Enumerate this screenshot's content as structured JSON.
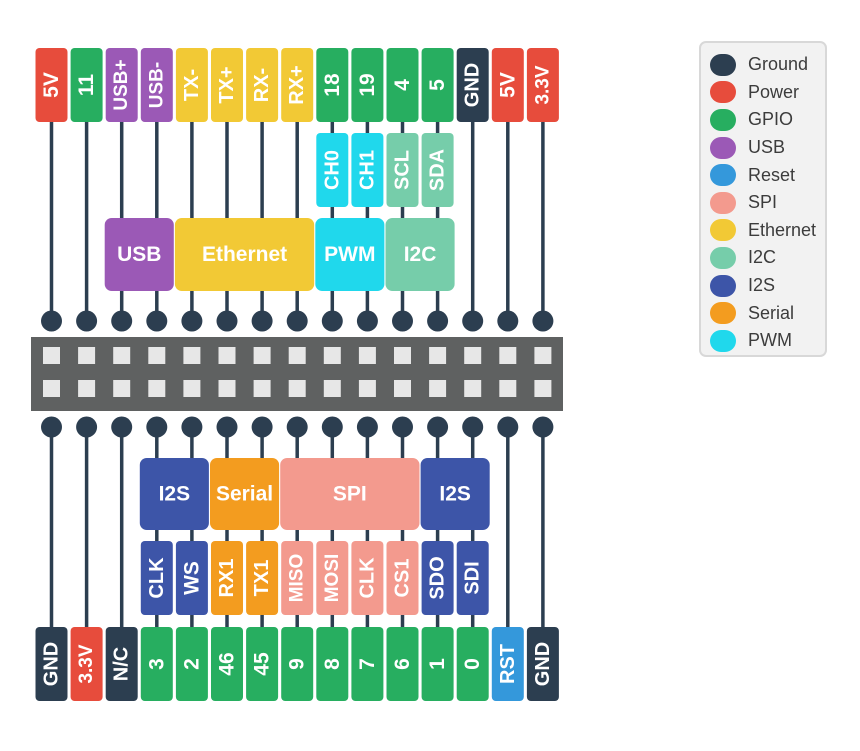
{
  "colors": {
    "Ground": "#2c3e50",
    "Power": "#e74c3c",
    "GPIO": "#27ae60",
    "USB": "#9b59b6",
    "Reset": "#3498db",
    "SPI": "#f39a8e",
    "Ethernet": "#f2c935",
    "I2C": "#76cdaa",
    "I2S": "#3d55a8",
    "Serial": "#f39c1f",
    "PWM": "#20d8ec",
    "header": "#5f6161",
    "pad": "#e7e7e7",
    "wire": "#2c3e50"
  },
  "legend": [
    {
      "label": "Ground",
      "color": "#2c3e50"
    },
    {
      "label": "Power",
      "color": "#e74c3c"
    },
    {
      "label": "GPIO",
      "color": "#27ae60"
    },
    {
      "label": "USB",
      "color": "#9b59b6"
    },
    {
      "label": "Reset",
      "color": "#3498db"
    },
    {
      "label": "SPI",
      "color": "#f39a8e"
    },
    {
      "label": "Ethernet",
      "color": "#f2c935"
    },
    {
      "label": "I2C",
      "color": "#76cdaa"
    },
    {
      "label": "I2S",
      "color": "#3d55a8"
    },
    {
      "label": "Serial",
      "color": "#f39c1f"
    },
    {
      "label": "PWM",
      "color": "#20d8ec"
    }
  ],
  "top_pins": [
    {
      "label": "5V",
      "type": "Power"
    },
    {
      "label": "11",
      "type": "GPIO"
    },
    {
      "label": "USB+",
      "type": "USB"
    },
    {
      "label": "USB-",
      "type": "USB"
    },
    {
      "label": "TX-",
      "type": "Ethernet"
    },
    {
      "label": "TX+",
      "type": "Ethernet"
    },
    {
      "label": "RX-",
      "type": "Ethernet"
    },
    {
      "label": "RX+",
      "type": "Ethernet"
    },
    {
      "label": "18",
      "type": "GPIO"
    },
    {
      "label": "19",
      "type": "GPIO"
    },
    {
      "label": "4",
      "type": "GPIO"
    },
    {
      "label": "5",
      "type": "GPIO"
    },
    {
      "label": "GND",
      "type": "Ground"
    },
    {
      "label": "5V",
      "type": "Power"
    },
    {
      "label": "3.3V",
      "type": "Power"
    }
  ],
  "bottom_pins": [
    {
      "label": "GND",
      "type": "Ground"
    },
    {
      "label": "3.3V",
      "type": "Power"
    },
    {
      "label": "N/C",
      "type": "Ground"
    },
    {
      "label": "3",
      "type": "GPIO"
    },
    {
      "label": "2",
      "type": "GPIO"
    },
    {
      "label": "46",
      "type": "GPIO"
    },
    {
      "label": "45",
      "type": "GPIO"
    },
    {
      "label": "9",
      "type": "GPIO"
    },
    {
      "label": "8",
      "type": "GPIO"
    },
    {
      "label": "7",
      "type": "GPIO"
    },
    {
      "label": "6",
      "type": "GPIO"
    },
    {
      "label": "1",
      "type": "GPIO"
    },
    {
      "label": "0",
      "type": "GPIO"
    },
    {
      "label": "RST",
      "type": "Reset"
    },
    {
      "label": "GND",
      "type": "Ground"
    }
  ],
  "top_sub_labels": [
    {
      "pin": 8,
      "label": "CH0",
      "type": "PWM"
    },
    {
      "pin": 9,
      "label": "CH1",
      "type": "PWM"
    },
    {
      "pin": 10,
      "label": "SCL",
      "type": "I2C"
    },
    {
      "pin": 11,
      "label": "SDA",
      "type": "I2C"
    }
  ],
  "bottom_sub_labels": [
    {
      "pin": 3,
      "label": "CLK",
      "type": "I2S"
    },
    {
      "pin": 4,
      "label": "WS",
      "type": "I2S"
    },
    {
      "pin": 5,
      "label": "RX1",
      "type": "Serial"
    },
    {
      "pin": 6,
      "label": "TX1",
      "type": "Serial"
    },
    {
      "pin": 7,
      "label": "MISO",
      "type": "SPI"
    },
    {
      "pin": 8,
      "label": "MOSI",
      "type": "SPI"
    },
    {
      "pin": 9,
      "label": "CLK",
      "type": "SPI"
    },
    {
      "pin": 10,
      "label": "CS1",
      "type": "SPI"
    },
    {
      "pin": 11,
      "label": "SDO",
      "type": "I2S"
    },
    {
      "pin": 12,
      "label": "SDI",
      "type": "I2S"
    }
  ],
  "top_groups": [
    {
      "label": "USB",
      "type": "USB",
      "from": 2,
      "to": 3
    },
    {
      "label": "Ethernet",
      "type": "Ethernet",
      "from": 4,
      "to": 7
    },
    {
      "label": "PWM",
      "type": "PWM",
      "from": 8,
      "to": 9
    },
    {
      "label": "I2C",
      "type": "I2C",
      "from": 10,
      "to": 11
    }
  ],
  "bottom_groups": [
    {
      "label": "I2S",
      "type": "I2S",
      "from": 3,
      "to": 4
    },
    {
      "label": "Serial",
      "type": "Serial",
      "from": 5,
      "to": 6
    },
    {
      "label": "SPI",
      "type": "SPI",
      "from": 7,
      "to": 10
    },
    {
      "label": "I2S",
      "type": "I2S",
      "from": 11,
      "to": 12
    }
  ]
}
